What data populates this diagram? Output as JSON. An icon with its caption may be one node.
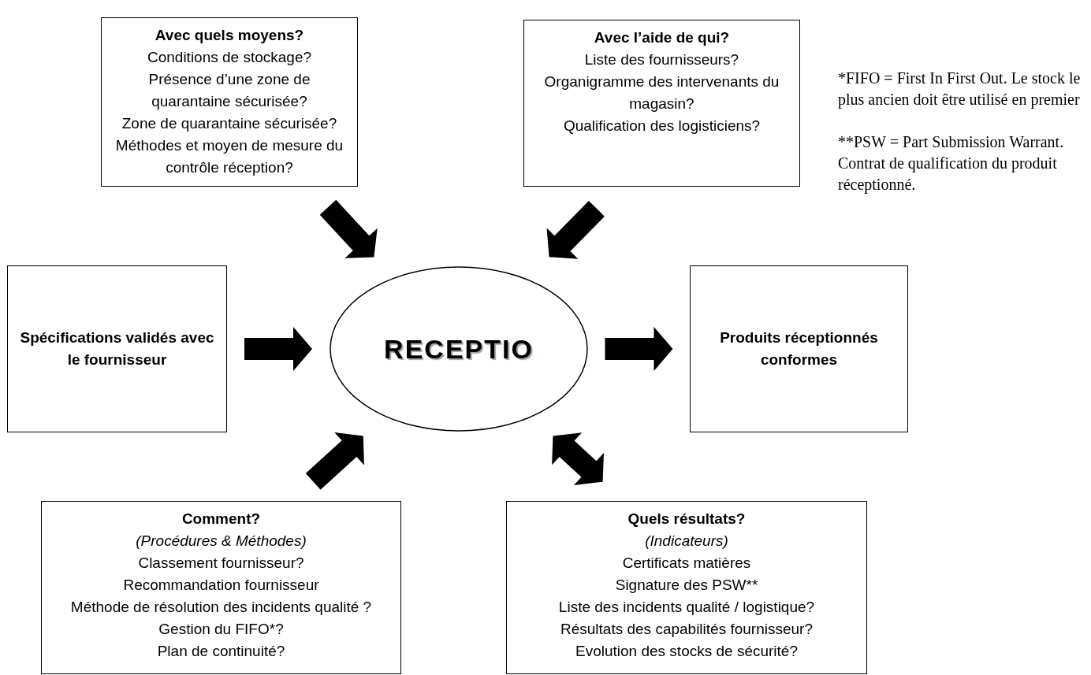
{
  "diagram": {
    "nodes": [
      {
        "text": [
          "Avec quels moyens?",
          "Conditions de stockage?",
          "Présence d’une zone de quarantaine sécurisée?",
          "Zone de quarantaine sécurisée?",
          "Méthodes et moyen de mesure du contrôle réception?"
        ]
      },
      {
        "text": [
          "Avec l’aide de qui?",
          "Liste des fournisseurs?",
          "Organigramme des intervenants du magasin?",
          "Qualification des logisticiens?"
        ]
      },
      {
        "text": [
          "Spécifications validés avec le fournisseur"
        ]
      },
      {
        "text": [
          "RECEPTIO"
        ]
      },
      {
        "text": [
          "Produits réceptionnés conformes"
        ]
      },
      {
        "text": [
          "Comment?",
          "(Procédures & Méthodes)",
          "Classement fournisseur?",
          "Recommandation fournisseur",
          "Méthode de résolution des incidents qualité ?",
          "Gestion du FIFO*?",
          "Plan de continuité?"
        ]
      },
      {
        "text": [
          "Quels résultats?",
          "(Indicateurs)",
          "Certificats matières",
          "Signature des PSW**",
          "Liste des incidents qualité / logistique?",
          "Résultats des capabilités fournisseur?",
          "Evolution des stocks de sécurité?"
        ]
      }
    ],
    "edges": [
      {
        "from": 0,
        "to": 3,
        "arrow": "to",
        "style": "thick"
      },
      {
        "from": 1,
        "to": 3,
        "arrow": "to",
        "style": "thick"
      },
      {
        "from": 2,
        "to": 3,
        "arrow": "to",
        "style": "thick"
      },
      {
        "from": 3,
        "to": 4,
        "arrow": "to",
        "style": "thick"
      },
      {
        "from": 5,
        "to": 3,
        "arrow": "to",
        "style": "thick"
      },
      {
        "from": 6,
        "to": 3,
        "arrow": "both",
        "style": "thick"
      }
    ],
    "labels": [
      "*FIFO = First In First Out. Le stock le plus ancien doit être utilisé en premier",
      "**PSW = Part Submission Warrant. Contrat de qualification du produit réceptionné."
    ]
  }
}
